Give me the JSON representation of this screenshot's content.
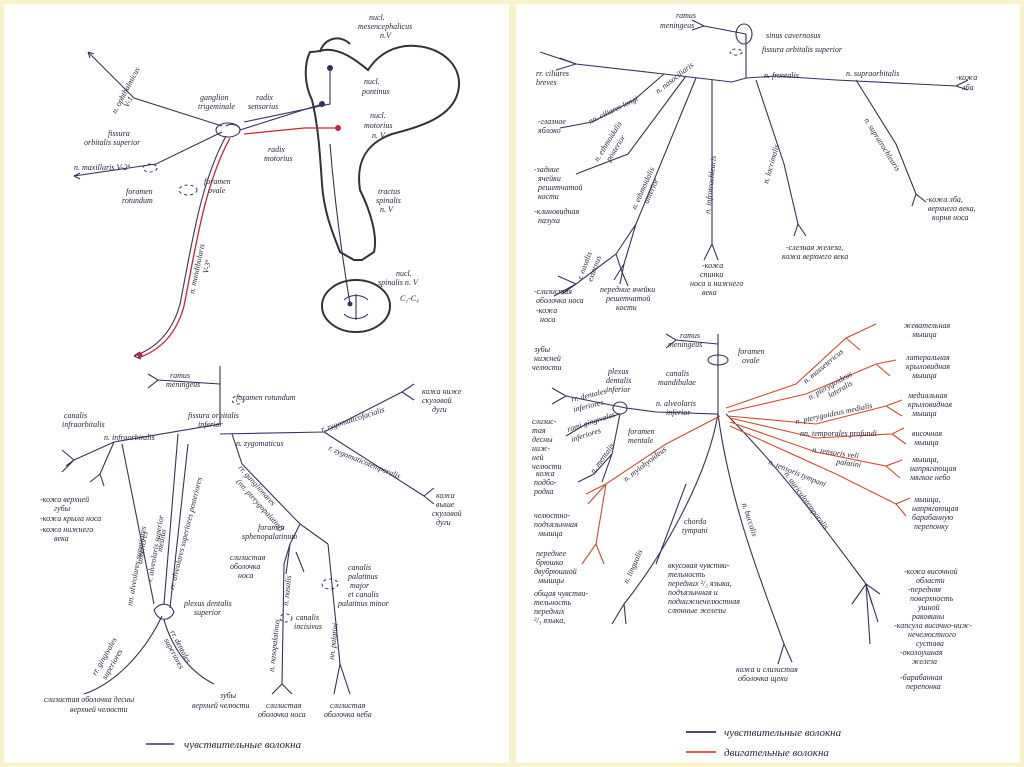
{
  "colors": {
    "background": "#f8f3c8",
    "sensory": "#3b2f5c",
    "motor": "#d04a2e",
    "mandibular_red": "#cc2233"
  },
  "trigeminal": {
    "nucl_mesencephalicus": "nucl.",
    "nucl_mesencephalicus_2": "mesencephalicus",
    "nucl_mesencephalicus_3": "n.V",
    "nucl_pontinus": "nucl.",
    "nucl_pontinus_2": "pontinus",
    "nucl_motorius": "nucl.",
    "nucl_motorius_2": "motorius",
    "nucl_motorius_3": "n. V",
    "radix_sensorius": "radix",
    "radix_sensorius_2": "sensorius",
    "radix_motorius": "radix",
    "radix_motorius_2": "motorius",
    "ganglion": "ganglion",
    "ganglion_2": "trigeminale",
    "ophthalmicus": "n. ophthalmicus",
    "v1": "V-1",
    "fissura": "fissura",
    "fissura_2": "orbitalis superior",
    "maxillaris": "n. maxillaris V-2ª",
    "foramen_rotundum": "foramen",
    "foramen_rotundum_2": "rotundum",
    "foramen_ovale": "foramen",
    "foramen_ovale_2": "ovale",
    "mandibularis": "n. mandibularis",
    "v3": "V-3ª",
    "tractus": "tractus",
    "tractus_2": "spinalis",
    "tractus_3": "n. V",
    "nucl_spinalis": "nucl.",
    "nucl_spinalis_2": "spinalis n. V",
    "c1c4": "C₁-C₄"
  },
  "maxillary": {
    "ramus": "ramus",
    "ramus_2": "meningeus",
    "foramen_rotundum": "foramen rotundum",
    "fissura": "fissura orbitalis",
    "fissura_2": "inferior",
    "canalis_infraorbitalis": "canalis",
    "canalis_infraorbitalis_2": "infraorbitalis",
    "infraorbitalis": "n. infraorbitalis",
    "zygomaticus": "n. zygomaticus",
    "zygomaticofacialis": "r. zygomaticofacialis",
    "zygomaticotemporalis": "r. zygomaticotemporalis",
    "kozha_nizhe": "кожа ниже",
    "kozha_nizhe_2": "скуловой",
    "kozha_nizhe_3": "дуги",
    "kozha_vyshe": "кожа",
    "kozha_vyshe_2": "выше",
    "kozha_vyshe_3": "скуловой",
    "kozha_vyshe_4": "дуги",
    "ganglionares": "rr. ganglionares",
    "pterygopalatini": "(nn. pterygopalatini)",
    "foramen_spheno": "foramen",
    "foramen_spheno_2": "sphenopalatinum",
    "slizistaya_nosa": "слизистая",
    "slizistaya_nosa_2": "оболочка",
    "slizistaya_nosa_3": "носа",
    "canalis_palatinus": "canalis",
    "canalis_palatinus_2": "palatinus",
    "canalis_palatinus_3": "major",
    "canalis_palatinus_4": "et canalis",
    "canalis_palatinus_5": "palatinus minor",
    "alv_sup_ant": "nn. alveolares superiores",
    "alv_sup_ant_2": "anteriores",
    "alv_sup_med": "r. alveolaris superior",
    "alv_sup_med_2": "medius",
    "alv_sup_post": "rr. alveolares superiores posteriores",
    "plexus": "plexus dentalis",
    "plexus_2": "superior",
    "nasopalatinus": "n. nasopalatinus",
    "nasalis": "n. nasalis",
    "canalis_incisivus": "canalis",
    "canalis_incisivus_2": "incisivus",
    "palatini": "nn. palatini",
    "kozha_guby": "-кожа верхней",
    "kozha_guby_2": "губы",
    "kozha_kryla": "-кожа крыла носа",
    "kozha_veka": "-кожа нижнего",
    "kozha_veka_2": "века",
    "gingivales": "rr. gingivales",
    "gingivales_2": "superiores",
    "dentales": "rr. dentales",
    "dentales_2": "superiores",
    "slizistaya_desny": "слизистая оболочка десны",
    "slizistaya_desny_2": "верхней челюсти",
    "zuby": "зубы",
    "zuby_2": "верхней челюсти",
    "slizistaya_nasopal": "слизистая",
    "slizistaya_nasopal_2": "оболочка носа",
    "slizistaya_neba": "слизистая",
    "slizistaya_neba_2": "оболочка неба",
    "legend": "чувствительные волокна"
  },
  "ophthalmic": {
    "ramus": "ramus",
    "ramus_2": "meningeus",
    "sinus": "sinus cavernosus",
    "fissura": "fissura orbitalis superior",
    "ciliares": "rr. ciliares",
    "ciliares_2": "breves",
    "nasociliaris": "n. nasociliaris",
    "frontalis": "n. frontalis",
    "supraorbitalis": "n. supraorbitalis",
    "kozha_lba": "-кожа",
    "kozha_lba_2": "лба",
    "ciliares_longi": "nn. ciliares longi",
    "glaznoe": "-глазное",
    "glaznoe_2": "яблоко",
    "ethmoidalis_post": "n. ethmoidalis",
    "ethmoidalis_post_2": "posterior",
    "ethmoidalis_ant": "n. ethmoidalis",
    "ethmoidalis_ant_2": "anterior",
    "infratrochlearis": "n. infratrochlearis",
    "lacrimalis": "n. lacrimalis",
    "supratrochlearis": "n. supratrochlearis",
    "zadnie": "-задние",
    "zadnie_2": "ячейки",
    "zadnie_3": "решетчатой",
    "zadnie_4": "кости",
    "klinovidnaya": "-клиновидная",
    "klinovidnaya_2": "пазуха",
    "nasalis_ext": "r. nasalis",
    "nasalis_ext_2": "externus",
    "slizistaya": "-слизистая",
    "slizistaya_2": "оболочка носа",
    "slizistaya_3": "-кожа",
    "slizistaya_4": "носа",
    "perednie": "передние ячейки",
    "perednie_2": "решетчатой",
    "perednie_3": "кости",
    "kozha_spinki": "-кожа",
    "kozha_spinki_2": "спинки",
    "kozha_spinki_3": "носа и нижнего",
    "kozha_spinki_4": "века",
    "sleznaya": "-слезная железа,",
    "sleznaya_2": "кожа верхнего века",
    "kozha_lba_veka": "-кожа лба,",
    "kozha_lba_veka_2": "верхнего века,",
    "kozha_lba_veka_3": "корня носа"
  },
  "mandibular": {
    "ramus": "ramus",
    "ramus_2": "meningeus",
    "foramen_ovale": "foramen",
    "foramen_ovale_2": "ovale",
    "zuby": "зубы",
    "zuby_2": "нижней",
    "zuby_3": "челюсти",
    "plexus": "plexus",
    "plexus_2": "dentalis",
    "plexus_3": "inferior",
    "canalis_mand": "canalis",
    "canalis_mand_2": "mandibulae",
    "alv_inf": "n. alveolaris",
    "alv_inf_2": "inferior",
    "rr_dentales": "rr. dentales",
    "rr_dentales_2": "inferiores",
    "slizistaya_desny": "слизис-",
    "slizistaya_desny_2": "тая",
    "slizistaya_desny_3": "десны",
    "slizistaya_desny_4": "ниж-",
    "slizistaya_desny_5": "ней",
    "slizistaya_desny_6": "челюсти",
    "gingivales": "rami gingivales",
    "gingivales_2": "inferiores",
    "foramen_mentale": "foramen",
    "foramen_mentale_2": "mentale",
    "mentalis": "n. mentalis",
    "kozha_podborodka": "кожа",
    "kozha_podborodka_2": "подбо-",
    "kozha_podborodka_3": "родка",
    "mylohyoideus": "n. mylohyoideus",
    "chelyustno": "челюстно-",
    "chelyustno_2": "подъязычная",
    "chelyustno_3": "мышца",
    "perednee": "переднее",
    "perednee_2": "брюшко",
    "perednee_3": "двубрюшной",
    "perednee_4": "мышцы",
    "chorda": "chorda",
    "chorda_2": "tympani",
    "lingualis": "n. lingualis",
    "buccalis": "n. buccalis",
    "vkusovaya": "вкусовая чувстви-",
    "vkusovaya_2": "тельность",
    "vkusovaya_3": "передних ²/₃ языка,",
    "vkusovaya_4": "подъязычная и",
    "vkusovaya_5": "поднижнечелюстная",
    "vkusovaya_6": "слюнные железы",
    "obshchaya": "общая чувстви-",
    "obshchaya_2": "тельность",
    "obshchaya_3": "передних",
    "obshchaya_4": "²/₃ языка,",
    "kozha_shcheki": "кожа и слизистая",
    "kozha_shcheki_2": "оболочка щеки",
    "masseter": "n. massetericus",
    "zhevatelnaya": "жевательная",
    "zhevatelnaya_2": "мышца",
    "pter_lat": "n. pterygoideus",
    "pter_lat_2": "lateralis",
    "lat_kryl": "латеральная",
    "lat_kryl_2": "крыловидная",
    "lat_kryl_3": "мышца",
    "pter_med": "n. pterygoideus medialis",
    "med_kryl": "медиальная",
    "med_kryl_2": "крыловидная",
    "med_kryl_3": "мышца",
    "temporales": "nn. temporales profundi",
    "visochnaya": "височная",
    "visochnaya_2": "мышца",
    "tensor_veli": "n. tensoris veli",
    "tensor_veli_2": "palatini",
    "napr_neb": "мышца,",
    "napr_neb_2": "напрягающая",
    "napr_neb_3": "мягкое небо",
    "tensor_tymp": "n. tensoris tympani",
    "napr_bar": "мышца,",
    "napr_bar_2": "напрягающая",
    "napr_bar_3": "барабанную",
    "napr_bar_4": "перепонку",
    "auriculo": "n. auriculotemporalis",
    "kozha_vis": "-кожа височной",
    "kozha_vis_2": "области",
    "kozha_vis_3": "-передняя",
    "kozha_vis_4": "поверхность",
    "kozha_vis_5": "ушной",
    "kozha_vis_6": "раковины",
    "kozha_vis_7": "-капсула височно-ниж-",
    "kozha_vis_8": "нечелюстного",
    "kozha_vis_9": "сустава",
    "kozha_vis_10": "-околоушная",
    "kozha_vis_11": "железа",
    "kozha_vis_12": "-барабанная",
    "kozha_vis_13": "перепонка"
  },
  "legend": {
    "sensory": "чувствительные волокна",
    "motor": "двигательные волокна"
  }
}
